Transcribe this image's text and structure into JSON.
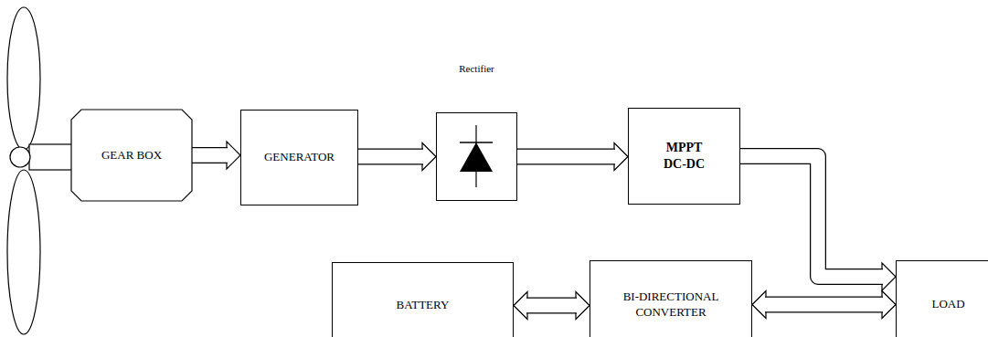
{
  "diagram": {
    "nodes": [
      {
        "text": [
          "GEAR BOX"
        ]
      },
      {
        "text": [
          "GENERATOR"
        ]
      },
      {
        "text": [
          "Rectifier"
        ]
      },
      {
        "text": [
          "MPPT DC-DC"
        ]
      },
      {
        "text": [
          "BATTERY"
        ]
      },
      {
        "text": [
          "BI-DIRECTIONAL CONVERTER"
        ]
      },
      {
        "text": [
          "LOAD"
        ]
      }
    ],
    "edges": [
      {
        "from": 0,
        "to": 1,
        "arrow": "to"
      },
      {
        "from": 1,
        "to": 2,
        "arrow": "to"
      },
      {
        "from": 2,
        "to": 3,
        "arrow": "to"
      },
      {
        "from": 3,
        "to": 6,
        "arrow": "to"
      },
      {
        "from": 4,
        "to": 5,
        "arrow": "both"
      },
      {
        "from": 5,
        "to": 6,
        "arrow": "both"
      }
    ]
  }
}
